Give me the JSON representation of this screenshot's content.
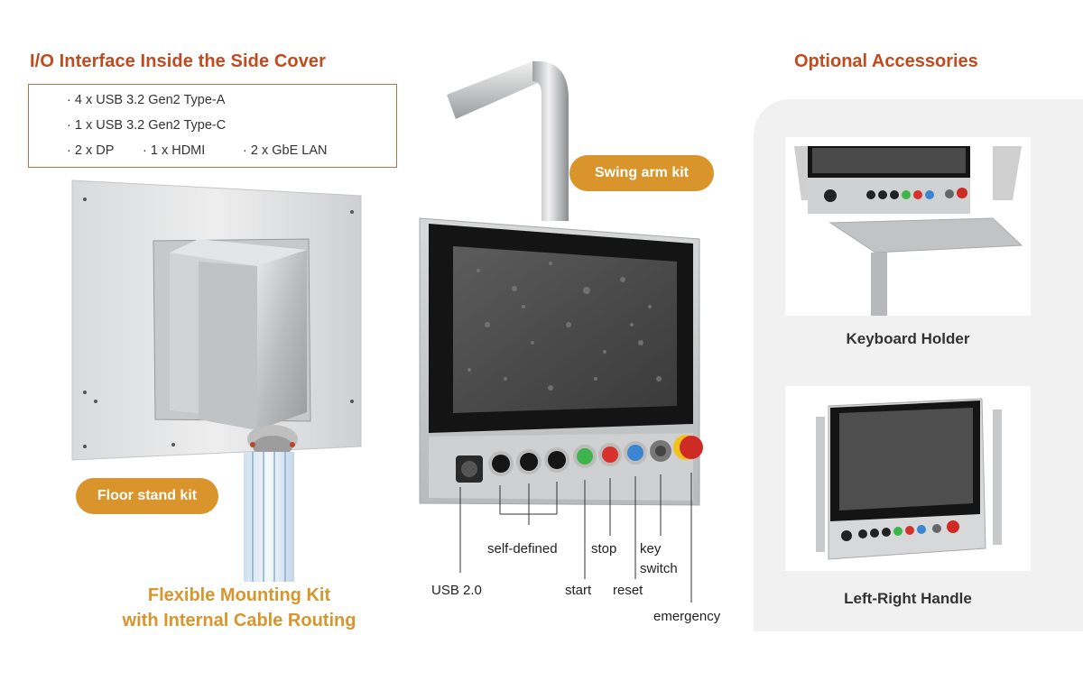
{
  "io_section": {
    "title": "I/O Interface Inside the Side Cover",
    "lines": [
      "· 4 x USB 3.2 Gen2 Type-A",
      "· 1 x USB 3.2 Gen2 Type-C"
    ],
    "line3": {
      "a": "· 2 x DP",
      "b": "· 1 x HDMI",
      "c": "· 2 x GbE LAN"
    }
  },
  "left_product": {
    "pill": "Floor stand kit",
    "caption_line1": "Flexible Mounting Kit",
    "caption_line2": "with Internal Cable Routing"
  },
  "center_product": {
    "pill": "Swing arm kit",
    "labels": {
      "usb": "USB 2.0",
      "self_defined": "self-defined",
      "start": "start",
      "stop": "stop",
      "reset": "reset",
      "key_switch_1": "key",
      "key_switch_2": "switch",
      "emergency": "emergency"
    }
  },
  "accessories": {
    "title": "Optional Accessories",
    "items": [
      {
        "caption": "Keyboard Holder"
      },
      {
        "caption": "Left-Right Handle"
      }
    ]
  },
  "colors": {
    "heading": "#c14a1e",
    "accent": "#d9952b",
    "io_border": "#c66a44"
  }
}
